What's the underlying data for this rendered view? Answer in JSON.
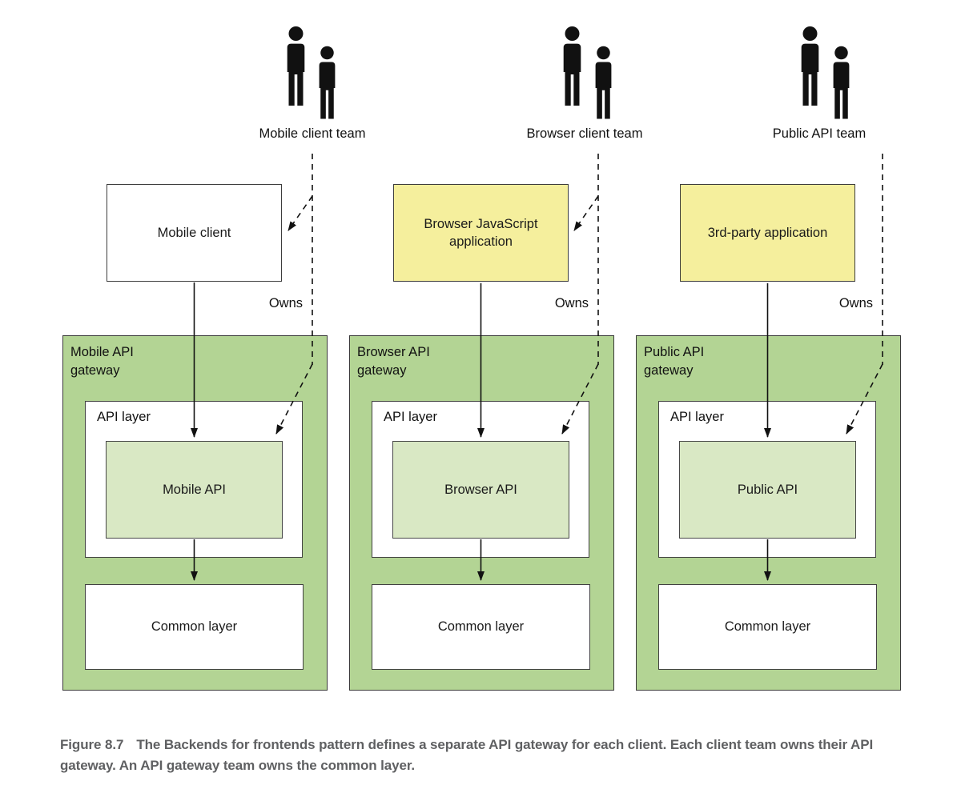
{
  "colors": {
    "gateway_green": "#b3d494",
    "api_box_green": "#d9e8c4",
    "client_yellow": "#f5ef9d",
    "client_white": "#ffffff",
    "line_black": "#111111",
    "caption_gray": "#5f6062"
  },
  "labels": {
    "owns": "Owns",
    "api_layer": "API layer",
    "common_layer": "Common layer"
  },
  "columns": [
    {
      "team_label": "Mobile client team",
      "client_label": "Mobile client",
      "client_fill": "#ffffff",
      "gateway_label": "Mobile API gateway",
      "api_label": "Mobile API"
    },
    {
      "team_label": "Browser client team",
      "client_label": "Browser JavaScript application",
      "client_fill": "#f5ef9d",
      "gateway_label": "Browser API gateway",
      "api_label": "Browser API"
    },
    {
      "team_label": "Public API team",
      "client_label": "3rd-party application",
      "client_fill": "#f5ef9d",
      "gateway_label": "Public API gateway",
      "api_label": "Public API"
    }
  ],
  "caption": {
    "label": "Figure 8.7",
    "text": "The Backends for frontends pattern defines a separate API gateway for each client. Each client team owns their API gateway. An API gateway team owns the common layer."
  }
}
